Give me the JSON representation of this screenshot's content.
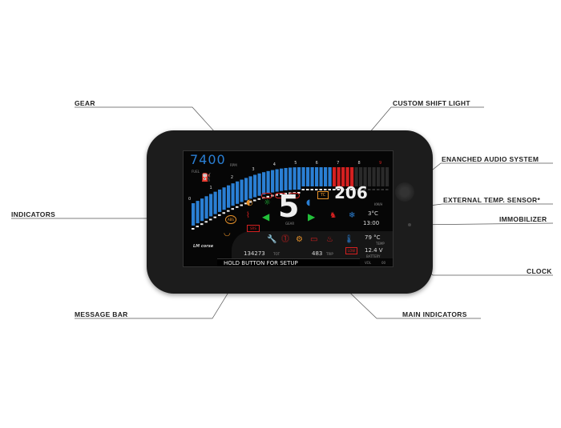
{
  "callouts": {
    "gear": "GEAR",
    "custom_shift_light": "CUSTOM SHIFT LIGHT",
    "audio": "ENANCHED AUDIO SYSTEM",
    "temp_sensor": "EXTERNAL TEMP. SENSOR*",
    "indicators": "INDICATORS",
    "immobilizer": "IMMOBILIZER",
    "clock": "CLOCK",
    "message_bar": "MESSAGE BAR",
    "main_indicators": "MAIN INDICATORS"
  },
  "screen": {
    "rpm": "7400",
    "rpm_unit": "RPM",
    "fuel_label": "FUEL",
    "scale": [
      "0",
      "1",
      "2",
      "3",
      "4",
      "5",
      "6",
      "7",
      "8",
      "9"
    ],
    "speed": "206",
    "speed_unit": "KM/H",
    "gear": "5",
    "gear_label": "GEAR",
    "tc": "TC",
    "abs": "ABS",
    "srs": "SRS",
    "ext_temp": "3°C",
    "clock": "13:00",
    "water_temp": "79 °C",
    "water_label": "TEMP",
    "battery": "12.4 V",
    "battery_label": "BATTERY",
    "vol_label": "VOL",
    "vol_value": "00",
    "odo": "134273",
    "odo_label": "TOT",
    "trip": "483",
    "trip_label": "TRIP",
    "low": "LOW",
    "message": "HOLD BUTTON FOR SETUP",
    "logo": "LM corse",
    "rpm_fraction": 0.82
  },
  "colors": {
    "blue": "#2a7fd4",
    "red": "#d42020",
    "green": "#22c03a",
    "orange": "#e8922a"
  }
}
